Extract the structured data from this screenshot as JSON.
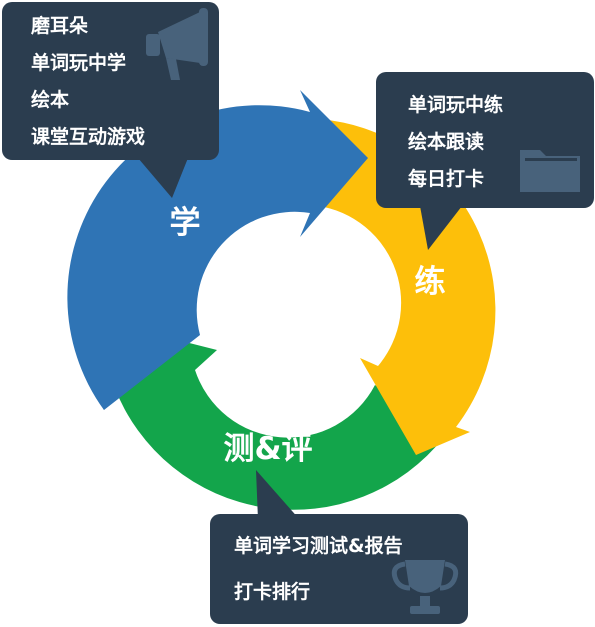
{
  "stages": {
    "learn": {
      "label": "学",
      "color": "#2f74b5"
    },
    "practice": {
      "label": "练",
      "color": "#fdbf0a"
    },
    "assess": {
      "label": "测&评",
      "color": "#13a54b"
    }
  },
  "callouts": {
    "learn": {
      "items": [
        "磨耳朵",
        "单词玩中学",
        "绘本",
        "课堂互动游戏"
      ],
      "icon": "megaphone-icon"
    },
    "practice": {
      "items": [
        "单词玩中练",
        "绘本跟读",
        "每日打卡"
      ],
      "icon": "folder-icon"
    },
    "assess": {
      "items": [
        "单词学习测试&报告",
        "打卡排行"
      ],
      "icon": "trophy-icon"
    }
  },
  "colors": {
    "callout_bg": "#2b3d4f",
    "icon_tint": "#48627b"
  }
}
